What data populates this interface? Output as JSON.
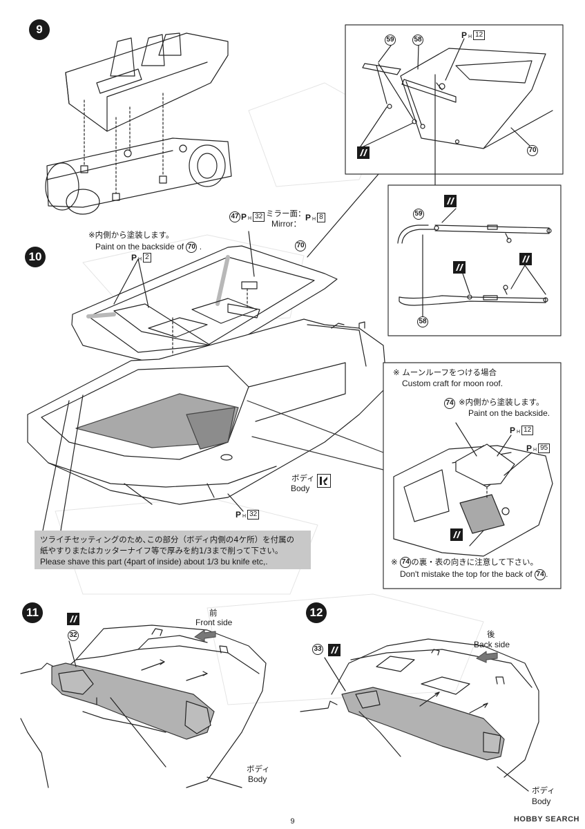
{
  "steps": {
    "s9": "9",
    "s10": "10",
    "s11": "11",
    "s12": "12"
  },
  "callout59": {
    "part59": "59",
    "part58": "58",
    "paint": "12",
    "part70": "70"
  },
  "callout_detail": {
    "part59": "59",
    "part58": "58"
  },
  "step10": {
    "part47": "47",
    "paint47": "32",
    "mirror_jp": "ミラー面：",
    "mirror_en": "Mirror：",
    "mirror_paint": "8",
    "backside_jp": "※内側から塗装します。",
    "backside_en_prefix": "Paint on the backside of",
    "backside_part": "70",
    "backside_en_suffix": ".",
    "paint_2": "2",
    "part70": "70",
    "body_jp": "ボディ",
    "body_en": "Body",
    "paint_32": "32"
  },
  "moonroof": {
    "title_jp": "※ ムーンルーフをつける場合",
    "title_en": "Custom craft for moon roof.",
    "part74": "74",
    "backside_jp": "※内側から塗装します。",
    "backside_en": "Paint on the backside.",
    "paint_12": "12",
    "paint_95": "95",
    "warn_prefix_jp": "※",
    "warn_part": "74",
    "warn_jp": "の裏・表の向きに注意して下さい。",
    "warn_en_prefix": "Don't mistake the top for the back of",
    "warn_en_part": "74",
    "warn_en_suffix": "."
  },
  "shave_note": {
    "line1": "ツライチセッティングのため､この部分（ボディ内側の4ケ所）を付属の",
    "line2": "紙やすりまたはカッターナイフ等で厚みを約1/3まで削って下さい。",
    "line3": "Please shave this part (4part of  inside) about 1/3 bu knife etc,."
  },
  "step11": {
    "part32": "32",
    "front_jp": "前",
    "front_en": "Front side",
    "body_jp": "ボディ",
    "body_en": "Body"
  },
  "step12": {
    "part33": "33",
    "back_jp": "後",
    "back_en": "Back side",
    "body_jp": "ボディ",
    "body_en": "Body"
  },
  "footer": {
    "page_number": "9",
    "watermark": "HOBBY SEARCH"
  }
}
